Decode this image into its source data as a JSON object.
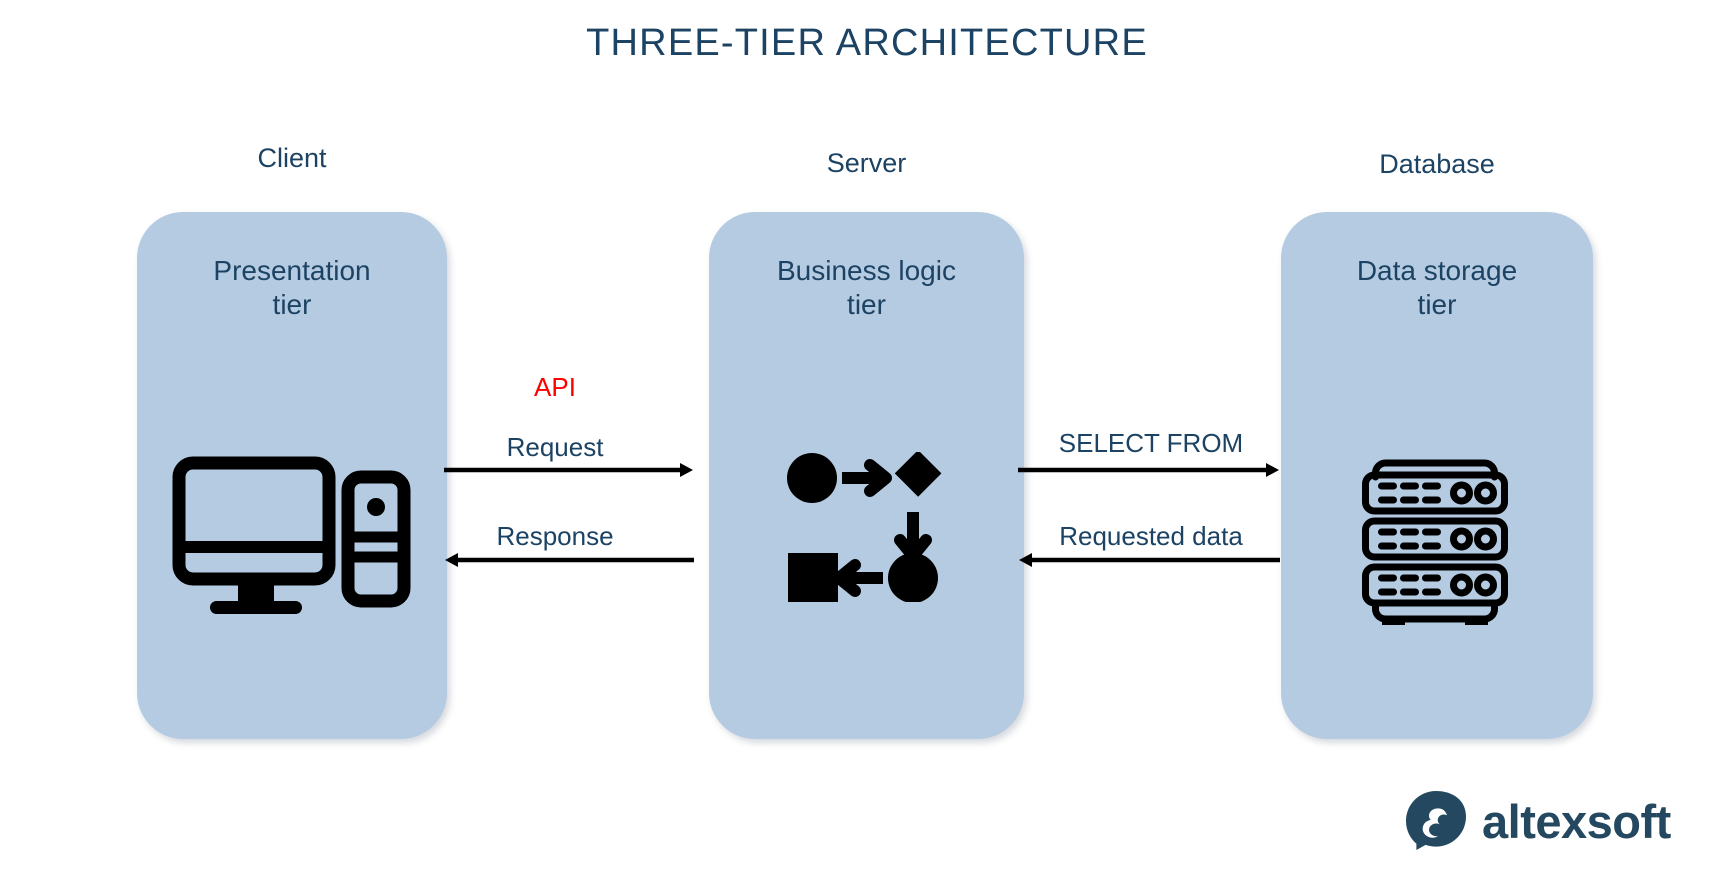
{
  "page": {
    "title": "THREE-TIER ARCHITECTURE",
    "background_color": "#ffffff",
    "text_color": "#1c4363",
    "card_color": "#b5cbe2",
    "accent_color": "#ff0000",
    "line_color": "#000000"
  },
  "columns": [
    {
      "id": "client",
      "label": "Client",
      "card_title": "Presentation\ntier",
      "icon": "desktop-computer-icon"
    },
    {
      "id": "server",
      "label": "Server",
      "card_title": "Business logic\ntier",
      "icon": "process-flow-icon"
    },
    {
      "id": "database",
      "label": "Database",
      "card_title": "Data storage\ntier",
      "icon": "server-rack-icon"
    }
  ],
  "connectors": {
    "client_to_server": {
      "accent_label": "API",
      "outbound_label": "Request",
      "inbound_label": "Response",
      "outbound_direction": "right",
      "inbound_direction": "left"
    },
    "server_to_database": {
      "outbound_label": "SELECT FROM",
      "inbound_label": "Requested data",
      "outbound_direction": "right",
      "inbound_direction": "left"
    }
  },
  "brand": {
    "name": "altexsoft",
    "logo_icon": "altexsoft-bubble-logo",
    "color": "#23485f"
  }
}
